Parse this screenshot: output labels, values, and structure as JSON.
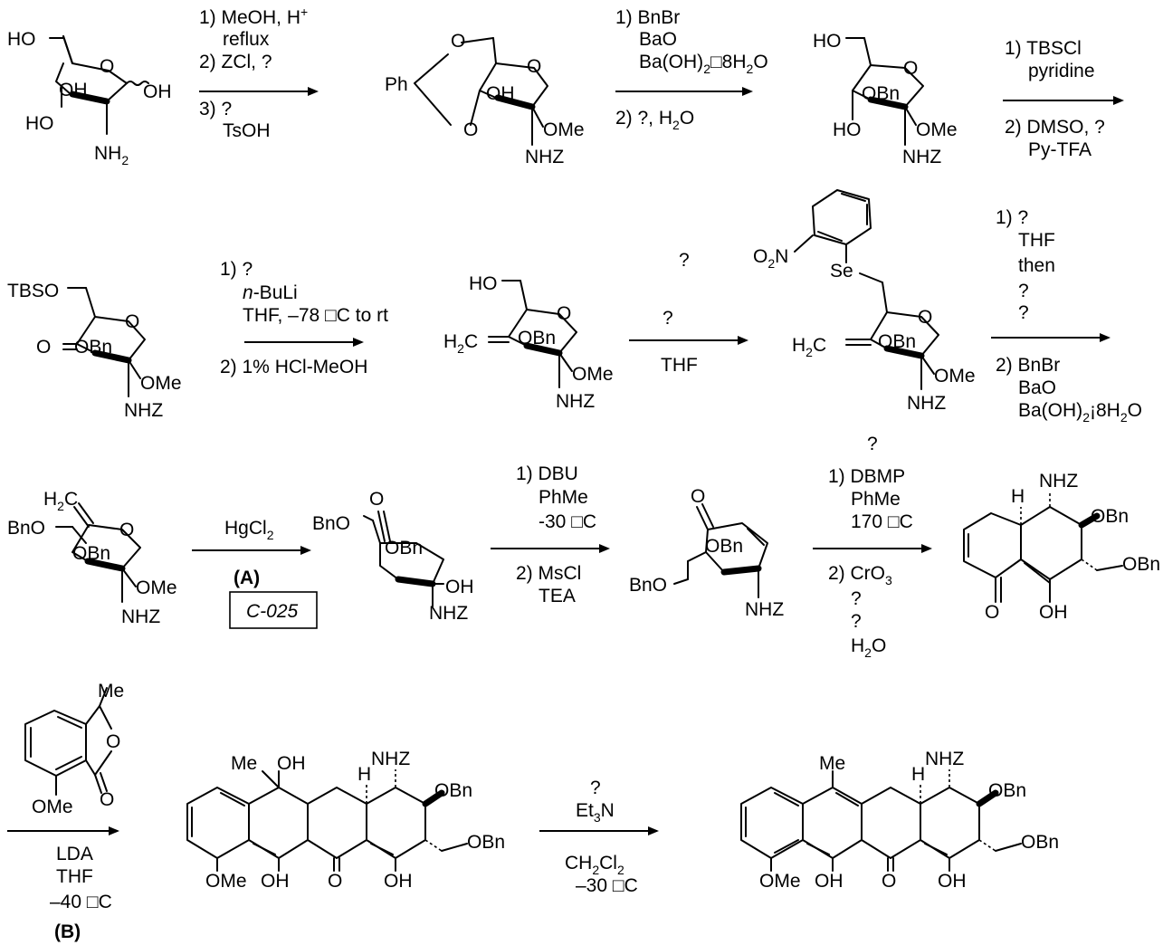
{
  "step1": {
    "l1": "1) MeOH, H",
    "l1_sup": "+",
    "l2": "reflux",
    "l3": "2) ZCl, ?",
    "l4": "3) ?",
    "l5": "TsOH"
  },
  "step2": {
    "l1": "1) BnBr",
    "l2": "BaO",
    "l3": "Ba(OH)",
    "l3_sub": "2",
    "l3_tail": "8H",
    "l3_sub2": "2",
    "l3_end": "O",
    "l4": "2) ?, H",
    "l4_sub": "2",
    "l4_end": "O"
  },
  "step3": {
    "l1": "1) TBSCl",
    "l2": "pyridine",
    "l3": "2) DMSO, ?",
    "l4": "Py-TFA"
  },
  "step4": {
    "l1": "1) ?",
    "l2": "n",
    "l2_tail": "-BuLi",
    "l3": "THF, –78",
    "l3_tail": "C to rt",
    "l4": "2) 1% HCl-MeOH"
  },
  "step5": {
    "top": "?",
    "l1": "?",
    "l2": "THF"
  },
  "step6": {
    "l1": "1) ?",
    "l2": "THF",
    "l3": "then",
    "l4": "?",
    "l5": "?",
    "l6": "2) BnBr",
    "l7": "BaO",
    "l8": "Ba(OH)",
    "l8_sub": "2",
    "l8_tail": "¡8H",
    "l8_sub2": "2",
    "l8_end": "O"
  },
  "step7": {
    "l1": "HgCl",
    "l1_sub": "2",
    "label": "(A)",
    "code": "C-025"
  },
  "step8": {
    "l1": "1) DBU",
    "l2": "PhMe",
    "l3": "-30",
    "l3_tail": "C",
    "l4": "2) MsCl",
    "l5": "TEA"
  },
  "step9": {
    "top": "?",
    "l1": "1) DBMP",
    "l2": "PhMe",
    "l3": "170",
    "l3_tail": "C",
    "l4": "2) CrO",
    "l4_sub": "3",
    "l5": "?",
    "l6": "?",
    "l7": "H",
    "l7_sub": "2",
    "l7_end": "O"
  },
  "step10": {
    "l1": "LDA",
    "l2": "THF",
    "l3": "–40",
    "l3_tail": "C",
    "label": "(B)"
  },
  "step11": {
    "l1": "?",
    "l2": "Et",
    "l2_sub": "3",
    "l2_end": "N",
    "l3": "CH",
    "l3_sub": "2",
    "l3_mid": "Cl",
    "l3_sub2": "2",
    "l4": "–30",
    "l4_tail": "C"
  },
  "labels": {
    "HO": "HO",
    "OH": "OH",
    "O": "O",
    "NH": "NH",
    "sub2": "2",
    "Ph": "Ph",
    "OMe": "OMe",
    "NHZ": "NHZ",
    "OBn": "OBn",
    "BnO": "BnO",
    "TBSO": "TBSO",
    "H2C": "H",
    "C": "C",
    "O2N": "O",
    "N": "N",
    "Se": "Se",
    "H": "H",
    "Me": "Me",
    "degree": "□"
  }
}
